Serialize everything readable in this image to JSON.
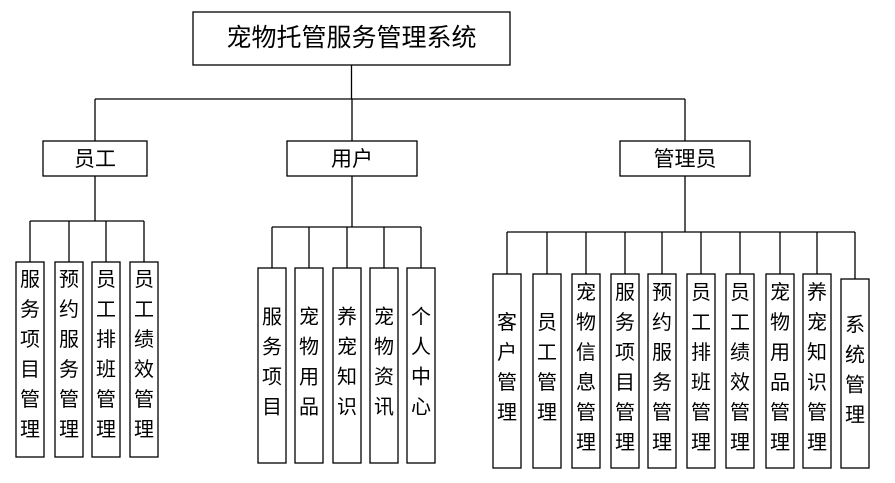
{
  "root": {
    "label": "宠物托管服务管理系统"
  },
  "roles": [
    {
      "label": "员工",
      "modules": [
        "服务项目管理",
        "预约服务管理",
        "员工排班管理",
        "员工绩效管理"
      ]
    },
    {
      "label": "用户",
      "modules": [
        "服务项目",
        "宠物用品",
        "养宠知识",
        "宠物资讯",
        "个人中心"
      ]
    },
    {
      "label": "管理员",
      "modules": [
        "客户管理",
        "员工管理",
        "宠物信息管理",
        "服务项目管理",
        "预约服务管理",
        "员工排班管理",
        "员工绩效管理",
        "宠物用品管理",
        "养宠知识管理",
        "系统管理"
      ]
    }
  ]
}
